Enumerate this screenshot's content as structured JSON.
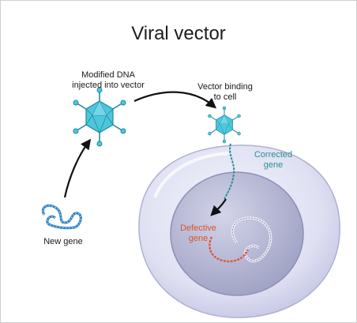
{
  "title": "Viral vector",
  "labels": {
    "modified_dna": "Modified DNA\ninjected into vector",
    "vector_binding": "Vector binding\nto cell",
    "corrected_gene": "Corrected\ngene",
    "defective_gene": "Defective\ngene",
    "new_gene": "New gene"
  },
  "colors": {
    "virus_fill": "#4ec7dc",
    "virus_stroke": "#1d8aa2",
    "cell_fill": "#dfe0f2",
    "nucleus_fill": "#b7b8d3",
    "corrected_gene": "#2a8f94",
    "defective_gene": "#e0522a",
    "arrow": "#111111"
  }
}
